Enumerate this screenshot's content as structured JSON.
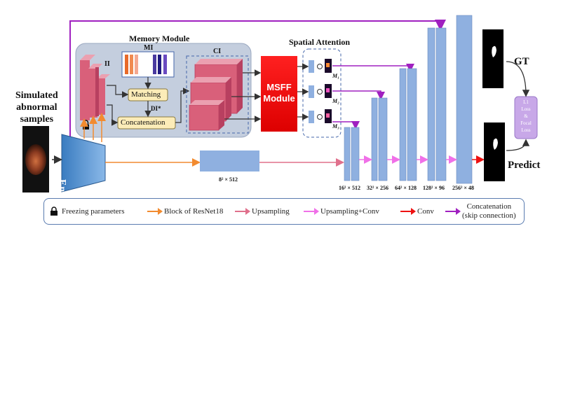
{
  "input": {
    "label_lines": [
      "Simulated",
      "abnormal",
      "samples"
    ]
  },
  "encoder": {
    "label": "Encoder"
  },
  "memory_module": {
    "title": "Memory Module",
    "ii_label": "II",
    "mi_label": "MI",
    "ci_label": "CI",
    "matching": "Matching",
    "di_label": "DI*",
    "concatenation": "Concatenation"
  },
  "msff": {
    "line1": "MSFF",
    "line2": "Module"
  },
  "spatial_attention": {
    "title": "Spatial Attention",
    "m1": "M₁",
    "m2": "M₂",
    "m3": "M₃"
  },
  "bottleneck": {
    "size": "8² × 512"
  },
  "decoder_sizes": [
    "16² × 512",
    "32² × 256",
    "64² × 128",
    "128² × 96",
    "256² × 48"
  ],
  "outputs": {
    "gt": "GT",
    "predict": "Predict",
    "loss_lines": [
      "L1",
      "Loss",
      "&",
      "Focal",
      "Loss"
    ]
  },
  "legend": {
    "freezing": "Freezing parameters",
    "block": "Block of ResNet18",
    "upsampling": "Upsampling",
    "upsampling_conv": "Upsampling+Conv",
    "conv": "Conv",
    "concat_line1": "Concatenation",
    "concat_line2": "(skip connection)"
  },
  "colors": {
    "orange": "#f28b30",
    "upsample": "#e0708c",
    "upsample_conv": "#f070e8",
    "conv": "#ee1111",
    "concat": "#a020c0",
    "blue_block": "#8fb0e0"
  }
}
